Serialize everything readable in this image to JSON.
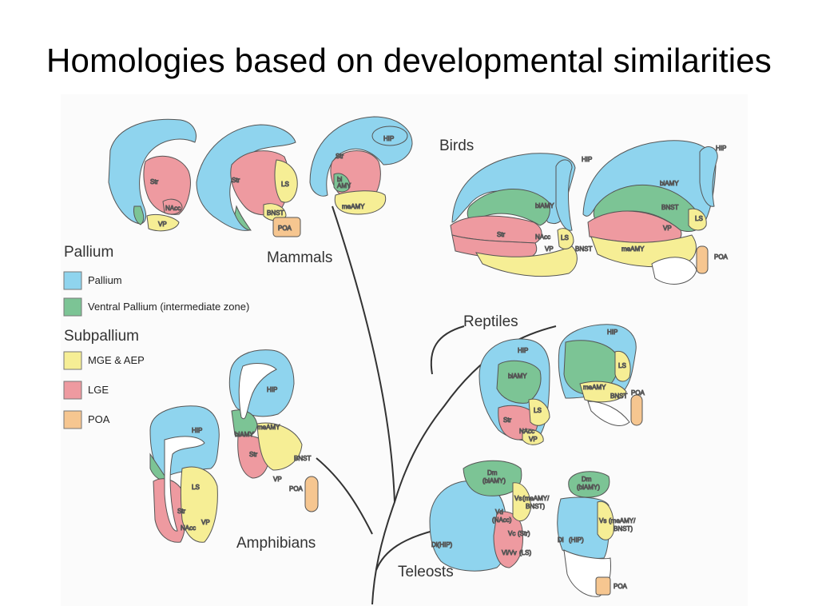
{
  "title": "Homologies based on developmental similarities",
  "colors": {
    "pallium": "#8fd4ee",
    "ventral_pallium": "#7cc495",
    "mge_aep": "#f6ee95",
    "lge": "#ee9aa0",
    "poa": "#f6c690",
    "outline": "#555555",
    "tree": "#333333"
  },
  "legend": {
    "pallium_heading": "Pallium",
    "subpallium_heading": "Subpallium",
    "items": [
      {
        "label": "Pallium",
        "color": "#8fd4ee"
      },
      {
        "label": "Ventral Pallium (intermediate zone)",
        "color": "#7cc495"
      },
      {
        "label": "MGE & AEP",
        "color": "#f6ee95"
      },
      {
        "label": "LGE",
        "color": "#ee9aa0"
      },
      {
        "label": "POA",
        "color": "#f6c690"
      }
    ]
  },
  "groups": {
    "mammals": "Mammals",
    "birds": "Birds",
    "reptiles": "Reptiles",
    "amphibians": "Amphibians",
    "teleosts": "Teleosts"
  },
  "labels": {
    "str": "Str",
    "nacc": "NAcc",
    "vp": "VP",
    "ls": "LS",
    "bnst": "BNST",
    "poa": "POA",
    "hip": "HIP",
    "bl": "bl",
    "amy": "AMY",
    "meamy": "meAMY",
    "blamy": "blAMY",
    "dm": "Dm",
    "blamy_paren": "(blAMY)",
    "vs": "Vs",
    "meamy_bnst_1": "(meAMY/",
    "meamy_bnst_2": "BNST)",
    "vd": "Vd",
    "nacc_paren": "(NAcc)",
    "vc": "Vc",
    "str_paren": "(Str)",
    "vlvv": "Vl/Vv",
    "ls_paren": "(LS)",
    "dl_hip": "Dl(HIP)",
    "dl": "Dl",
    "hip_paren": "(HIP)"
  }
}
